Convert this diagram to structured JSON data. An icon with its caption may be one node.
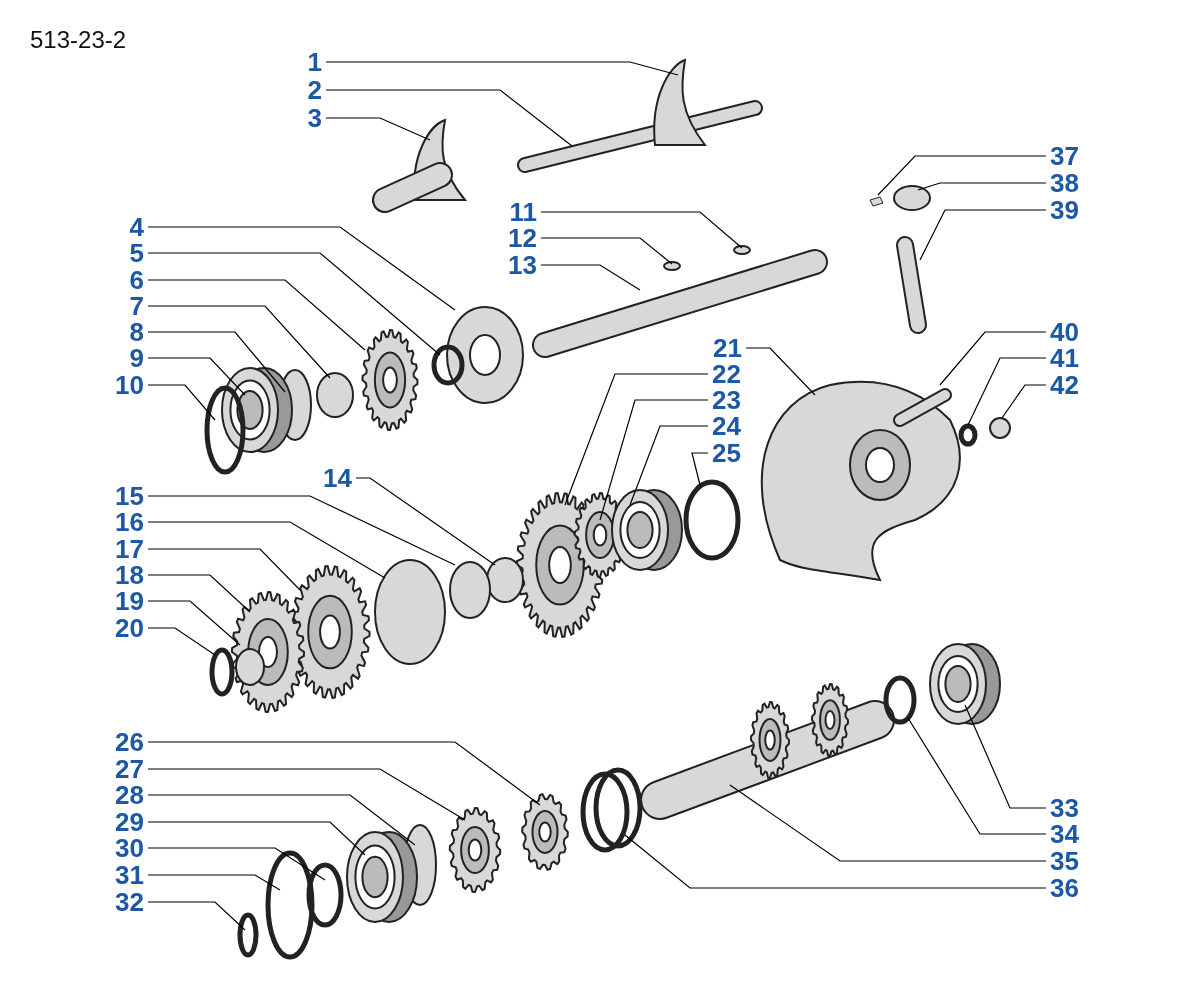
{
  "diagram": {
    "nodes": [
      {
        "text": [
          "1"
        ]
      },
      {
        "text": [
          "2"
        ]
      },
      {
        "text": [
          "3"
        ]
      },
      {
        "text": [
          "4"
        ]
      },
      {
        "text": [
          "5"
        ]
      },
      {
        "text": [
          "6"
        ]
      },
      {
        "text": [
          "7"
        ]
      },
      {
        "text": [
          "8"
        ]
      },
      {
        "text": [
          "9"
        ]
      },
      {
        "text": [
          "10"
        ]
      },
      {
        "text": [
          "11"
        ]
      },
      {
        "text": [
          "12"
        ]
      },
      {
        "text": [
          "13"
        ]
      },
      {
        "text": [
          "14"
        ]
      },
      {
        "text": [
          "15"
        ]
      },
      {
        "text": [
          "16"
        ]
      },
      {
        "text": [
          "17"
        ]
      },
      {
        "text": [
          "18"
        ]
      },
      {
        "text": [
          "19"
        ]
      },
      {
        "text": [
          "20"
        ]
      },
      {
        "text": [
          "21"
        ]
      },
      {
        "text": [
          "22"
        ]
      },
      {
        "text": [
          "23"
        ]
      },
      {
        "text": [
          "24"
        ]
      },
      {
        "text": [
          "25"
        ]
      },
      {
        "text": [
          "26"
        ]
      },
      {
        "text": [
          "27"
        ]
      },
      {
        "text": [
          "28"
        ]
      },
      {
        "text": [
          "29"
        ]
      },
      {
        "text": [
          "30"
        ]
      },
      {
        "text": [
          "31"
        ]
      },
      {
        "text": [
          "32"
        ]
      },
      {
        "text": [
          "33"
        ]
      },
      {
        "text": [
          "34"
        ]
      },
      {
        "text": [
          "35"
        ]
      },
      {
        "text": [
          "36"
        ]
      },
      {
        "text": [
          "37"
        ]
      },
      {
        "text": [
          "38"
        ]
      },
      {
        "text": [
          "39"
        ]
      },
      {
        "text": [
          "40"
        ]
      },
      {
        "text": [
          "41"
        ]
      },
      {
        "text": [
          "42"
        ]
      }
    ],
    "edges": [
      {
        "from": 0,
        "to": null,
        "arrow": "none"
      },
      {
        "from": 1,
        "to": null,
        "arrow": "none"
      },
      {
        "from": 2,
        "to": null,
        "arrow": "none"
      },
      {
        "from": 3,
        "to": null,
        "arrow": "none"
      },
      {
        "from": 4,
        "to": null,
        "arrow": "none"
      },
      {
        "from": 5,
        "to": null,
        "arrow": "none"
      },
      {
        "from": 6,
        "to": null,
        "arrow": "none"
      },
      {
        "from": 7,
        "to": null,
        "arrow": "none"
      },
      {
        "from": 8,
        "to": null,
        "arrow": "none"
      },
      {
        "from": 9,
        "to": null,
        "arrow": "none"
      },
      {
        "from": 10,
        "to": null,
        "arrow": "none"
      },
      {
        "from": 11,
        "to": null,
        "arrow": "none"
      },
      {
        "from": 12,
        "to": null,
        "arrow": "none"
      },
      {
        "from": 13,
        "to": null,
        "arrow": "none"
      },
      {
        "from": 14,
        "to": null,
        "arrow": "none"
      },
      {
        "from": 15,
        "to": null,
        "arrow": "none"
      },
      {
        "from": 16,
        "to": null,
        "arrow": "none"
      },
      {
        "from": 17,
        "to": null,
        "arrow": "none"
      },
      {
        "from": 18,
        "to": null,
        "arrow": "none"
      },
      {
        "from": 19,
        "to": null,
        "arrow": "none"
      },
      {
        "from": 20,
        "to": null,
        "arrow": "none"
      },
      {
        "from": 21,
        "to": null,
        "arrow": "none"
      },
      {
        "from": 22,
        "to": null,
        "arrow": "none"
      },
      {
        "from": 23,
        "to": null,
        "arrow": "none"
      },
      {
        "from": 24,
        "to": null,
        "arrow": "none"
      },
      {
        "from": 25,
        "to": null,
        "arrow": "none"
      },
      {
        "from": 26,
        "to": null,
        "arrow": "none"
      },
      {
        "from": 27,
        "to": null,
        "arrow": "none"
      },
      {
        "from": 28,
        "to": null,
        "arrow": "none"
      },
      {
        "from": 29,
        "to": null,
        "arrow": "none"
      },
      {
        "from": 30,
        "to": null,
        "arrow": "none"
      },
      {
        "from": 31,
        "to": null,
        "arrow": "none"
      },
      {
        "from": 32,
        "to": null,
        "arrow": "none"
      },
      {
        "from": 33,
        "to": null,
        "arrow": "none"
      },
      {
        "from": 34,
        "to": null,
        "arrow": "none"
      },
      {
        "from": 35,
        "to": null,
        "arrow": "none"
      },
      {
        "from": 36,
        "to": null,
        "arrow": "none"
      },
      {
        "from": 37,
        "to": null,
        "arrow": "none"
      },
      {
        "from": 38,
        "to": null,
        "arrow": "none"
      },
      {
        "from": 39,
        "to": null,
        "arrow": "none"
      },
      {
        "from": 40,
        "to": null,
        "arrow": "none"
      },
      {
        "from": 41,
        "to": null,
        "arrow": "none"
      }
    ],
    "labels": [
      "513-23-2"
    ]
  }
}
